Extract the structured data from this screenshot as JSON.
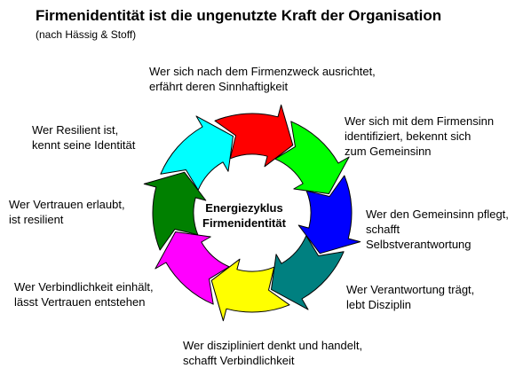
{
  "title": "Firmenidentität ist die ungenutzte Kraft der Organisation",
  "subtitle": "(nach Hässig & Stoff)",
  "center": [
    "Energiezyklus",
    "Firmenidentität"
  ],
  "steps": [
    {
      "lines": [
        "Wer sich nach dem Firmenzweck ausrichtet,",
        "erfährt deren Sinnhaftigkeit"
      ],
      "color": "#ff0000"
    },
    {
      "lines": [
        "Wer sich mit dem Firmensinn",
        "identifiziert, bekennt sich",
        "zum Gemeinsinn"
      ],
      "color": "#00ff00"
    },
    {
      "lines": [
        "Wer den Gemeinsinn pflegt,",
        "schafft",
        "Selbstverantwortung"
      ],
      "color": "#0000ff"
    },
    {
      "lines": [
        "Wer Verantwortung trägt,",
        "lebt Disziplin"
      ],
      "color": "#008080"
    },
    {
      "lines": [
        "Wer diszipliniert denkt und handelt,",
        "schafft Verbindlichkeit"
      ],
      "color": "#ffff00"
    },
    {
      "lines": [
        "Wer Verbindlichkeit einhält,",
        "lässt Vertrauen entstehen"
      ],
      "color": "#ff00ff"
    },
    {
      "lines": [
        "Wer Vertrauen erlaubt,",
        "ist resilient"
      ],
      "color": "#008000"
    },
    {
      "lines": [
        "Wer Resilient ist,",
        "kennt seine Identität"
      ],
      "color": "#00ffff"
    }
  ]
}
